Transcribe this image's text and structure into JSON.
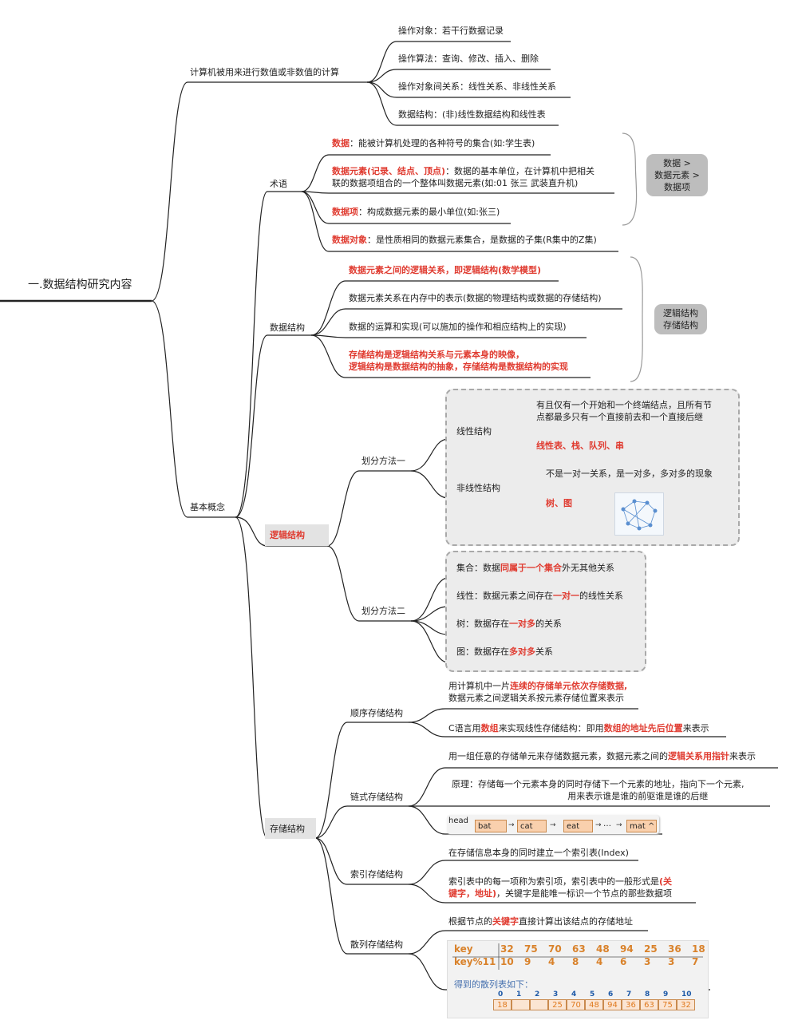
{
  "root": "一.数据结构研究内容",
  "branch_compute": {
    "label": "计算机被用来进行数值或非数值的计算",
    "items": [
      "操作对象：若干行数据记录",
      "操作算法：查询、修改、插入、删除",
      "操作对象间关系：线性关系、非线性关系",
      "数据结构：(非)线性数据结构和线性表"
    ]
  },
  "basic": {
    "label": "基本概念",
    "terms": {
      "label": "术语",
      "data_key": "数据",
      "data_rest": "：能被计算机处理的各种符号的集合(如:学生表)",
      "elem_key": "数据元素(记录、结点、顶点)",
      "elem_rest": "：数据的基本单位，在计算机中把相关",
      "elem_line2": "联的数据项组合的一个整体叫数据元素(如:01  张三  武装直升机)",
      "item_key": "数据项",
      "item_rest": "：构成数据元素的最小单位(如:张三)",
      "obj_key": "数据对象",
      "obj_rest": "：是性质相同的数据元素集合，是数据的子集(R集中的Z集)",
      "summary": [
        "数据 >",
        "数据元素 >",
        "数据项"
      ]
    },
    "ds": {
      "label": "数据结构",
      "items": [
        "数据元素之间的逻辑关系，即逻辑结构(数学模型)",
        "数据元素关系在内存中的表示(数据的物理结构或数据的存储结构)",
        "数据的运算和实现(可以施加的操作和相应结构上的实现)"
      ],
      "last_line1": "存储结构是逻辑结构关系与元素本身的映像，",
      "last_line2": "逻辑结构是数据结构的抽象，存储结构是数据结构的实现",
      "summary": [
        "逻辑结构",
        "存储结构"
      ]
    },
    "logic": {
      "label": "逻辑结构",
      "m1": {
        "label": "划分方法一",
        "linear": {
          "label": "线性结构",
          "desc1": "有且仅有一个开始和一个终端结点，且所有节",
          "desc2": "点都最多只有一个直接前去和一个直接后继",
          "examples": "线性表、栈、队列、串"
        },
        "nonlinear": {
          "label": "非线性结构",
          "desc": "不是一对一关系，是一对多，多对多的现象",
          "examples": "树、图"
        }
      },
      "m2": {
        "label": "划分方法二",
        "set": {
          "a": "集合：数据",
          "b": "同属于一个集合",
          "c": "外无其他关系"
        },
        "linear": {
          "a": "线性：数据元素之间存在",
          "b": "一对一",
          "c": "的线性关系"
        },
        "tree": {
          "a": "树：数据存在",
          "b": "一对多",
          "c": "的关系"
        },
        "graph": {
          "a": "图：数据存在",
          "b": "多对多",
          "c": "关系"
        }
      }
    },
    "storage": {
      "label": "存储结构",
      "seq": {
        "label": "顺序存储结构",
        "d1a": "用计算机中一片",
        "d1b": "连续的存储单元依次存储数据,",
        "d1c": "数据元素之间逻辑关系按元素存储位置来表示",
        "d2a": "C语言用",
        "d2b": "数组",
        "d2c": "来实现线性存储结构：即用",
        "d2d": "数组的地址先后位置",
        "d2e": "来表示"
      },
      "link": {
        "label": "链式存储结构",
        "d1a": "用一组任意的存储单元来存储数据元素，数据元素之间的",
        "d1b": "逻辑关系用指针",
        "d1c": "来表示",
        "d2a": "原理：存储每一个元素本身的同时存储下一个元素的地址，指向下一个元素,",
        "d2b": "用来表示谁是谁的前驱谁是谁的后继",
        "list": {
          "head": "head",
          "nodes": [
            "bat",
            "cat",
            "eat",
            "mat ^"
          ],
          "dots": "…"
        }
      },
      "index": {
        "label": "索引存储结构",
        "d1": "在存储信息本身的同时建立一个索引表(Index)",
        "d2a": "索引表中的每一项称为索引项，索引表中的一般形式是",
        "d2b": "(关",
        "d2c": "键字，地址)",
        "d2d": "，关键字是能唯一标识一个节点的那些数据项"
      },
      "hash": {
        "label": "散列存储结构",
        "d1a": "根据节点的",
        "d1b": "关键字",
        "d1c": "直接计算出该结点的存储地址",
        "key_label": "key",
        "keys": [
          "32",
          "75",
          "70",
          "63",
          "48",
          "94",
          "25",
          "36",
          "18"
        ],
        "mod_label": "key%11",
        "mods": [
          "10",
          "9",
          "4",
          "8",
          "4",
          "6",
          "3",
          "3",
          "7"
        ],
        "table_caption": "得到的散列表如下：",
        "indices": [
          "0",
          "1",
          "2",
          "3",
          "4",
          "5",
          "6",
          "7",
          "8",
          "9",
          "10"
        ],
        "slots": [
          "18",
          "",
          "",
          "25",
          "70",
          "48",
          "94",
          "36",
          "63",
          "75",
          "32"
        ]
      }
    }
  },
  "colors": {
    "accent_red": "#e03c31",
    "hash_orange": "#d9822b",
    "node_fill": "#f9d0ad",
    "pill_gray": "#bdbdbd"
  }
}
